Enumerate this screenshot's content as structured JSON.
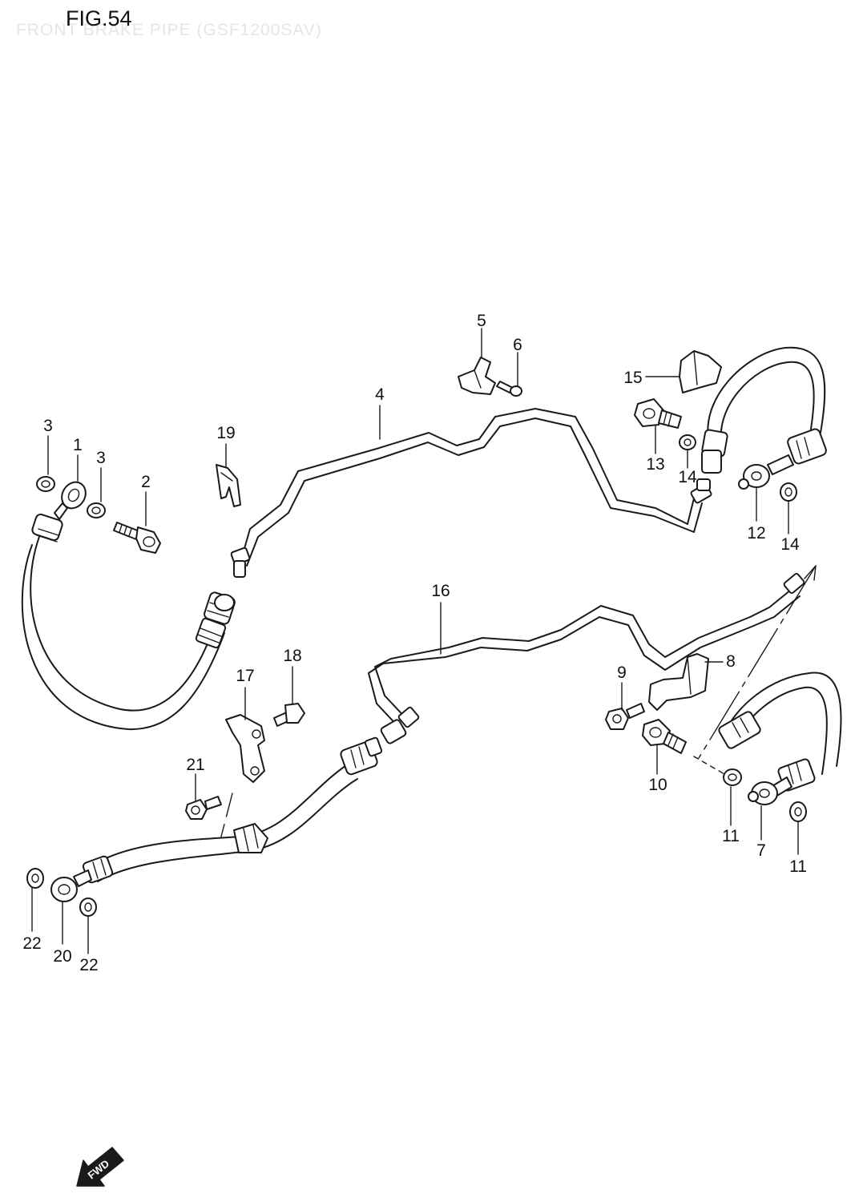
{
  "figure": {
    "title": "FIG.54",
    "subtitle": "FRONT BRAKE PIPE (GSF1200SAV)"
  },
  "callouts": {
    "c1": "1",
    "c2": "2",
    "c3a": "3",
    "c3b": "3",
    "c4": "4",
    "c5": "5",
    "c6": "6",
    "c7": "7",
    "c8": "8",
    "c9": "9",
    "c10": "10",
    "c11a": "11",
    "c11b": "11",
    "c12": "12",
    "c13": "13",
    "c14a": "14",
    "c14b": "14",
    "c15": "15",
    "c16": "16",
    "c17": "17",
    "c18": "18",
    "c19": "19",
    "c20": "20",
    "c21": "21",
    "c22a": "22",
    "c22b": "22"
  },
  "fwd_marker": {
    "label": "FWD"
  }
}
